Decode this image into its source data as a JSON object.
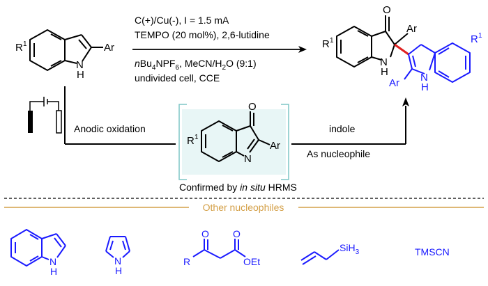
{
  "colors": {
    "black": "#000000",
    "blue": "#1a1aff",
    "red": "#e02020",
    "orange": "#d4a048",
    "box_fill": "#e8f6f6",
    "box_border": "#7fc6c6"
  },
  "start": {
    "substituent": "R",
    "sub_sup": "1",
    "nh": "N",
    "h": "H",
    "ar": "Ar"
  },
  "conditions": {
    "line1": "C(+)/Cu(-), I = 1.5 mA",
    "line2": "TEMPO (20 mol%), 2,6-lutidine",
    "line3_pre": "nBu",
    "line3_sub1": "4",
    "line3_mid": "NPF",
    "line3_sub2": "6",
    "line3_post": ", MeCN/H",
    "line3_sub3": "2",
    "line3_end": "O (9:1)",
    "line4": "undivided cell, CCE"
  },
  "product": {
    "o": "O",
    "ar_top": "Ar",
    "r": "R",
    "r_sup": "1",
    "nh_n": "N",
    "nh_h": "H",
    "r2": "R",
    "r2_sup": "1",
    "ar_bottom": "Ar",
    "indole_nh": "N",
    "indole_h": "H"
  },
  "intermediate": {
    "o": "O",
    "r": "R",
    "r_sup": "1",
    "n": "N",
    "ar": "Ar",
    "caption_pre": "Confirmed by ",
    "caption_italic": "in situ",
    "caption_post": " HRMS"
  },
  "labels": {
    "anodic": "Anodic oxidation",
    "indole": "indole",
    "nucleophile": "As nucleophile"
  },
  "other": {
    "heading": "Other nucleophiles",
    "indole_n": "N",
    "indole_h": "H",
    "pyrrole_n": "N",
    "pyrrole_h": "H",
    "ketoester_o1": "O",
    "ketoester_o2": "O",
    "ketoester_r": "R",
    "ketoester_oet": "OEt",
    "allyl_si": "SiH",
    "allyl_si_sub": "3",
    "tmscn": "TMSCN"
  }
}
